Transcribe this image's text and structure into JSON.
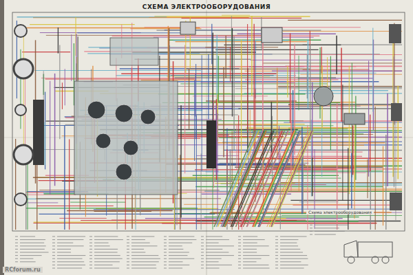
{
  "diagram": {
    "title": "СХЕМА ЭЛЕКТРООБОРУДОВАНИЯ",
    "labels": [
      "Схема электрооборудования",
      "RCforum.ru"
    ]
  }
}
